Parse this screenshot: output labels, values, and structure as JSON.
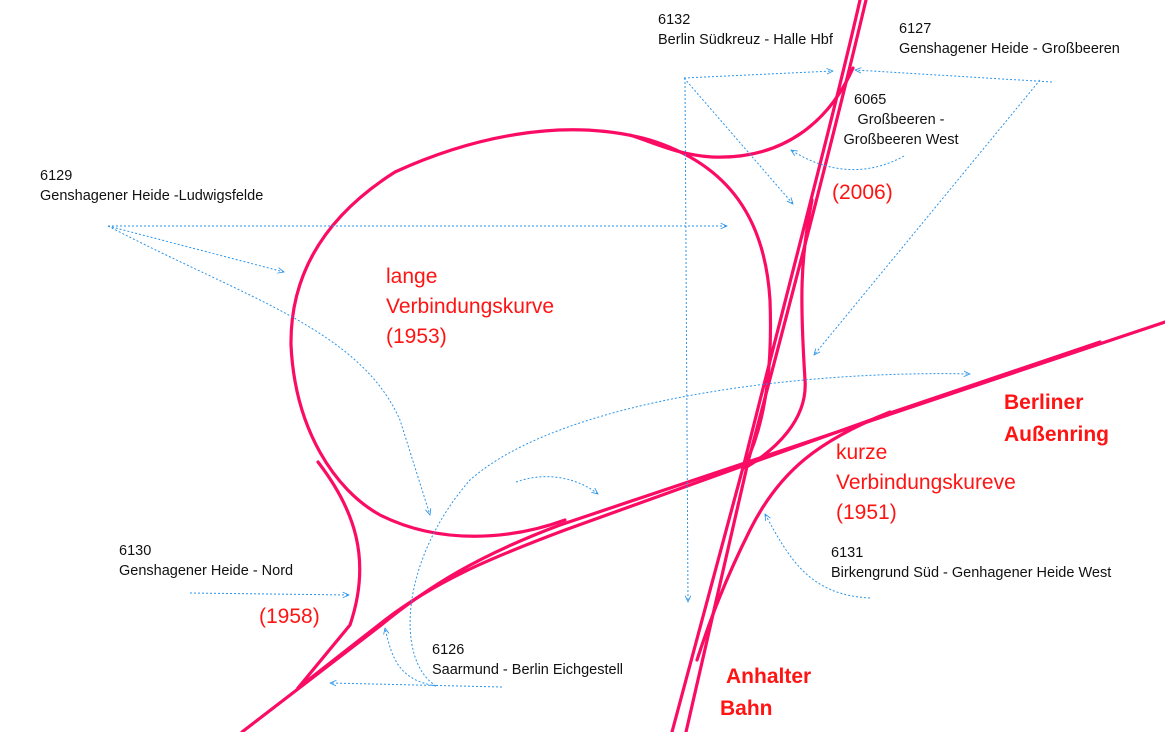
{
  "colors": {
    "track": "#fb0c64",
    "annotation_red": "#ff1414",
    "arrow_blue": "#2b95ea"
  },
  "labels": {
    "l6132": {
      "number": "6132",
      "name": "Berlin Südkreuz - Halle Hbf"
    },
    "l6127": {
      "number": "6127",
      "name": "Genshagener Heide - Großbeeren"
    },
    "l6065": {
      "number": "6065",
      "name1": "Großbeeren -",
      "name2": "Großbeeren West"
    },
    "l6129": {
      "number": "6129",
      "name": "Genshagener Heide -Ludwigsfelde"
    },
    "l6130": {
      "number": "6130",
      "name": "Genshagener Heide - Nord"
    },
    "l6131": {
      "number": "6131",
      "name": "Birkengrund Süd - Genhagener Heide West"
    },
    "l6126": {
      "number": "6126",
      "name": "Saarmund - Berlin Eichgestell"
    }
  },
  "annotations": {
    "y2006": "(2006)",
    "lange": {
      "line1": "lange",
      "line2": "Verbindungskurve",
      "line3": "(1953)"
    },
    "kurze": {
      "line1": "kurze",
      "line2": "Verbindungskureve",
      "line3": "(1951)"
    },
    "y1958": "(1958)",
    "aussenring": {
      "line1": "Berliner",
      "line2": "Außenring"
    },
    "anhalter": {
      "line1": "Anhalter",
      "line2": "Bahn"
    }
  }
}
